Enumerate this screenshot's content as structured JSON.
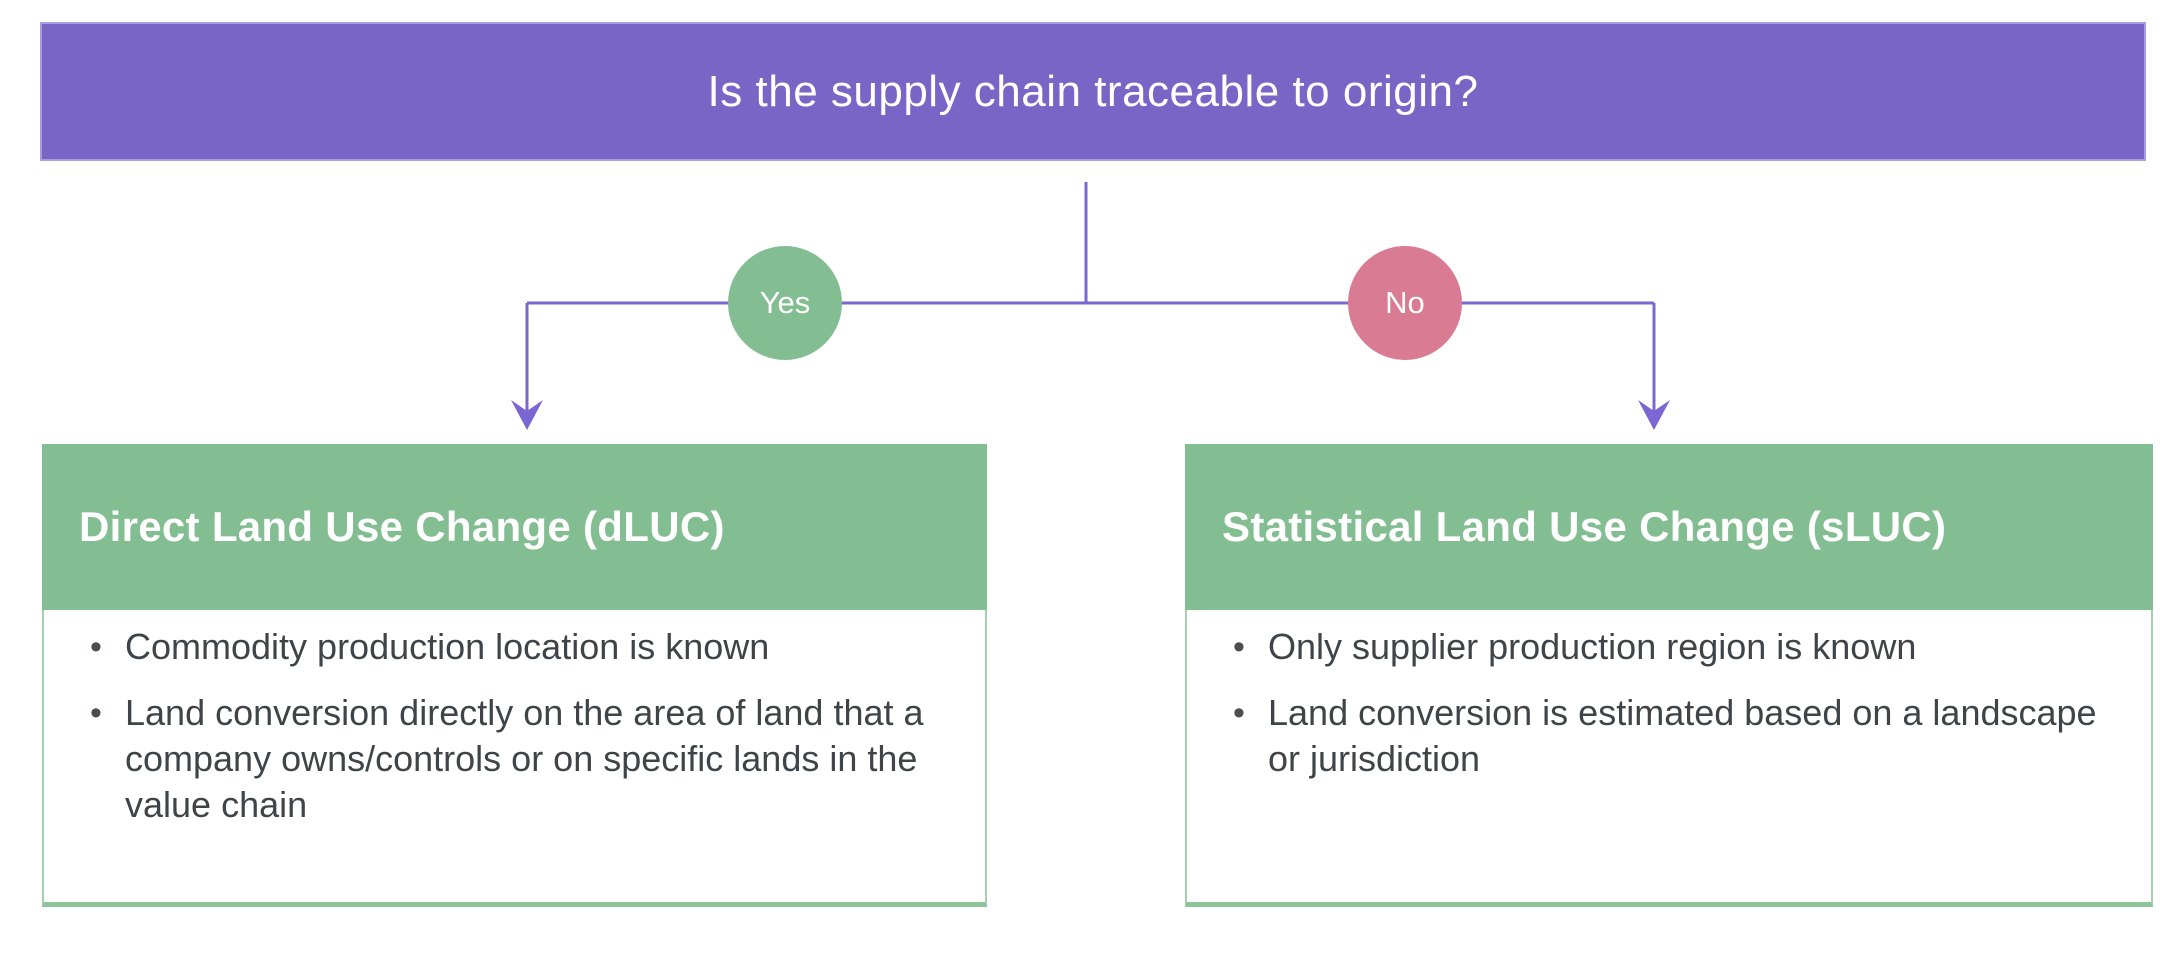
{
  "diagram": {
    "question": "Is the supply chain traceable to origin?",
    "branches": [
      {
        "label": "Yes",
        "color": "#83BE92"
      },
      {
        "label": "No",
        "color": "#D97B92"
      }
    ],
    "cards": [
      {
        "title": "Direct Land Use Change (dLUC)",
        "bullets": [
          "Commodity production location is known",
          "Land conversion directly on the area of land that a company owns/controls or on specific lands in the value chain"
        ]
      },
      {
        "title": "Statistical Land Use Change (sLUC)",
        "bullets": [
          "Only supplier production region is known",
          "Land conversion is estimated based on a landscape or jurisdiction"
        ]
      }
    ],
    "colors": {
      "banner_purple": "#7766C5",
      "connector_purple": "#7A67D3",
      "branch_yes_green": "#83BE92",
      "branch_no_pink": "#D97B92",
      "card_header_green": "#83BE92",
      "card_border_green": "#A3D1AE",
      "body_text": "#3F4448",
      "title_text": "#FFFFFF"
    }
  }
}
